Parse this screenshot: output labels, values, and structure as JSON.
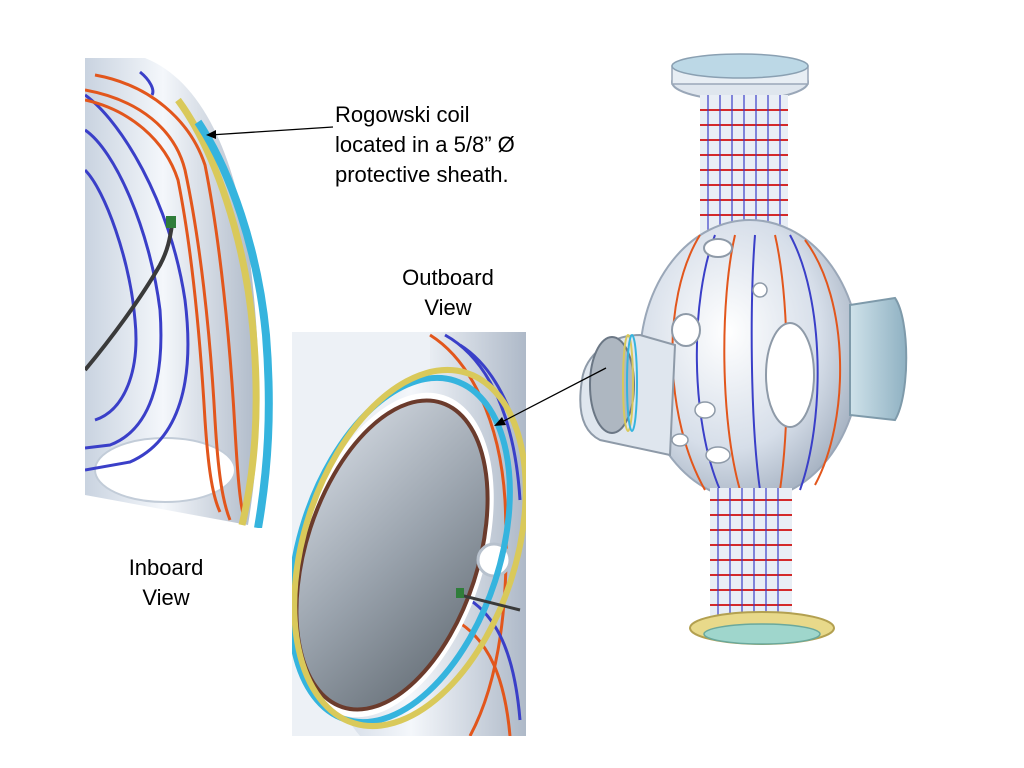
{
  "callout": {
    "line1": "Rogowski coil",
    "line2": "located in a 5/8” Ø",
    "line3": "protective sheath."
  },
  "views": {
    "outboard": {
      "line1": "Outboard",
      "line2": "View"
    },
    "inboard": {
      "line1": "Inboard",
      "line2": "View"
    }
  },
  "colors": {
    "shell": "#e4ebf4",
    "shell_shade": "#a9b4c2",
    "coil_red": "#e2561c",
    "coil_blue": "#3a3fc8",
    "rogowski_yellow": "#d9c95a",
    "sheath_cyan": "#35b4de",
    "winding_red": "#d42a2a"
  }
}
